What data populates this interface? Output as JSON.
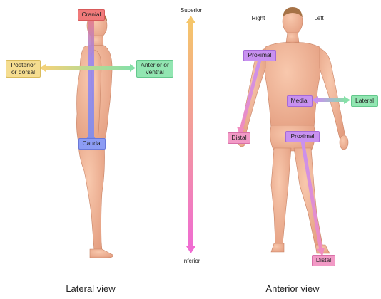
{
  "colors": {
    "skin": "#f3b79a",
    "skin_shade": "#d98f72",
    "hair": "#a67246",
    "red": "#f07a7a",
    "blue": "#7b8cf0",
    "yellow": "#f2d27a",
    "green": "#86e0a8",
    "purple": "#c891f0",
    "pink": "#f08cbf",
    "superior_inferior_gradient": [
      "#f5c66a",
      "#f06cd2"
    ]
  },
  "labels": {
    "cranial": "Cranial",
    "caudal": "Caudal",
    "posterior": "Posterior or dorsal",
    "anterior": "Anterior or ventral",
    "superior": "Superior",
    "inferior": "Inferior",
    "right": "Right",
    "left": "Left",
    "proximal_arm": "Proximal",
    "distal_arm": "Distal",
    "medial": "Medial",
    "lateral": "Lateral",
    "proximal_leg": "Proximal",
    "distal_leg": "Distal"
  },
  "captions": {
    "lateral": "Lateral view",
    "anterior": "Anterior view"
  }
}
